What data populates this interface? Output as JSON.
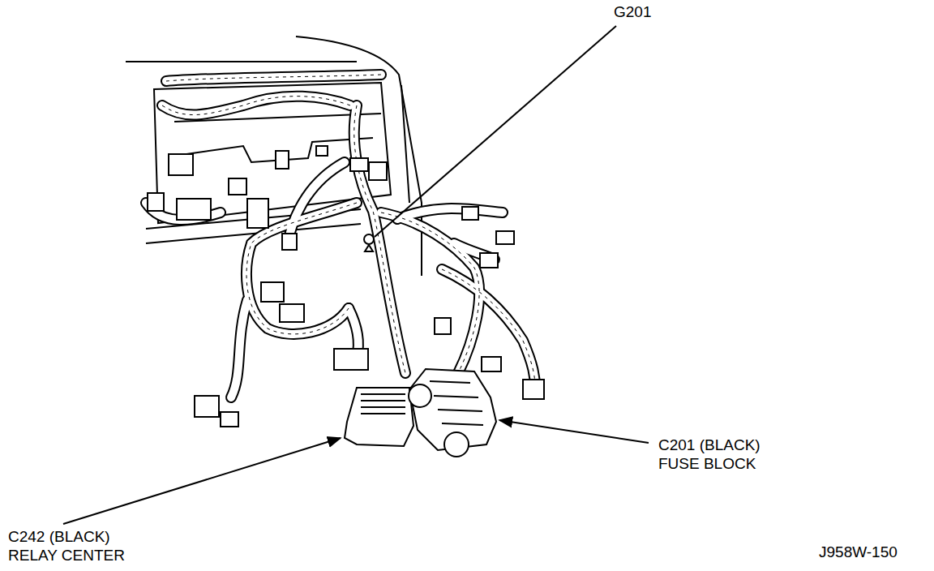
{
  "diagram": {
    "labels": [
      "G201",
      "C201 (BLACK)",
      "FUSE BLOCK",
      "C242 (BLACK)",
      "RELAY CENTER",
      "J958W-150"
    ]
  }
}
